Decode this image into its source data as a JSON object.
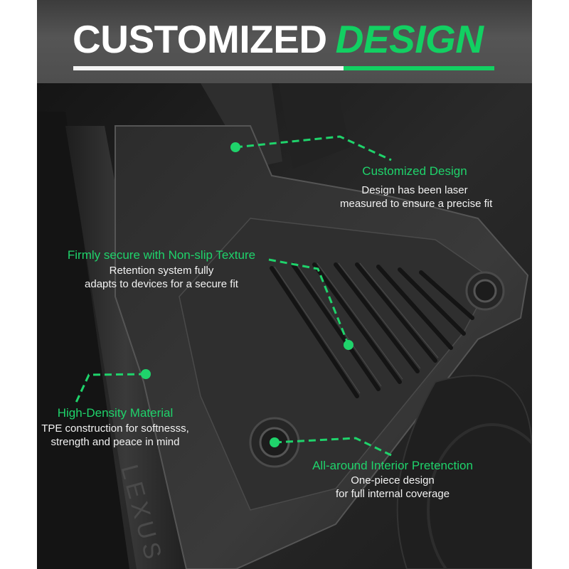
{
  "header": {
    "title_white": "CUSTOMIZED",
    "title_green": "DESIGN"
  },
  "colors": {
    "accent_green": "#12d062",
    "header_bg": "#555555",
    "background": "#1a1a1a"
  },
  "callouts": [
    {
      "heading": "Customized Design",
      "lines": [
        "Design has been laser",
        "measured to ensure a precise fit"
      ]
    },
    {
      "heading": "Firmly secure with Non-slip Texture",
      "lines": [
        "Retention system fully",
        "adapts to devices for a secure fit"
      ]
    },
    {
      "heading": "High-Density Material",
      "lines": [
        "TPE construction for softnesss,",
        "strength and peace in mind"
      ]
    },
    {
      "heading": "All-around Interior Pretenction",
      "lines": [
        "One-piece design",
        "for full internal coverage"
      ]
    }
  ],
  "scene": {
    "sill_text": "LEXUS",
    "icons": [
      "floor-mat",
      "gas-pedal",
      "retention-hook",
      "door-sill"
    ]
  }
}
